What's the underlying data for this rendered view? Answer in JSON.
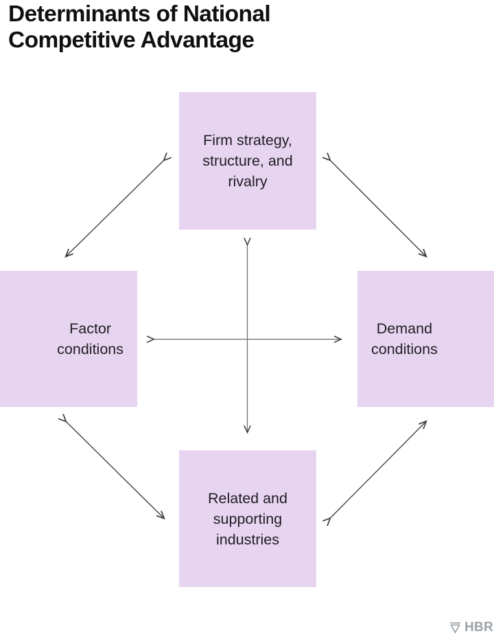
{
  "page": {
    "title": "Determinants of National\nCompetitive Advantage",
    "background_color": "#ffffff"
  },
  "colors": {
    "node_fill": "#e7d4f1",
    "node_text": "#1f1f22",
    "title_text": "#10100f",
    "arrow_stroke": "#3b3b3b",
    "logo_gray": "#9aa2a8"
  },
  "diagram": {
    "type": "diamond-model",
    "nodes": [
      {
        "id": "firm",
        "label": "Firm strategy,\nstructure, and\nrivalry",
        "position": "top"
      },
      {
        "id": "factor",
        "label": "Factor\nconditions",
        "position": "left"
      },
      {
        "id": "demand",
        "label": "Demand\nconditions",
        "position": "right"
      },
      {
        "id": "related",
        "label": "Related and\nsupporting\nindustries",
        "position": "bottom"
      }
    ],
    "connectors": [
      {
        "id": "factor-firm",
        "from": "factor",
        "to": "firm",
        "style": "double-headed-diagonal"
      },
      {
        "id": "firm-demand",
        "from": "firm",
        "to": "demand",
        "style": "double-headed-diagonal"
      },
      {
        "id": "factor-related",
        "from": "factor",
        "to": "related",
        "style": "double-headed-diagonal"
      },
      {
        "id": "related-demand",
        "from": "related",
        "to": "demand",
        "style": "double-headed-diagonal"
      },
      {
        "id": "vertical-axis",
        "from": "firm",
        "to": "related",
        "style": "double-headed-vertical"
      },
      {
        "id": "horizontal-axis",
        "from": "factor",
        "to": "demand",
        "style": "double-headed-horizontal"
      }
    ]
  },
  "logo": {
    "mark": "hbr-triangle-icon",
    "text": "HBR"
  }
}
